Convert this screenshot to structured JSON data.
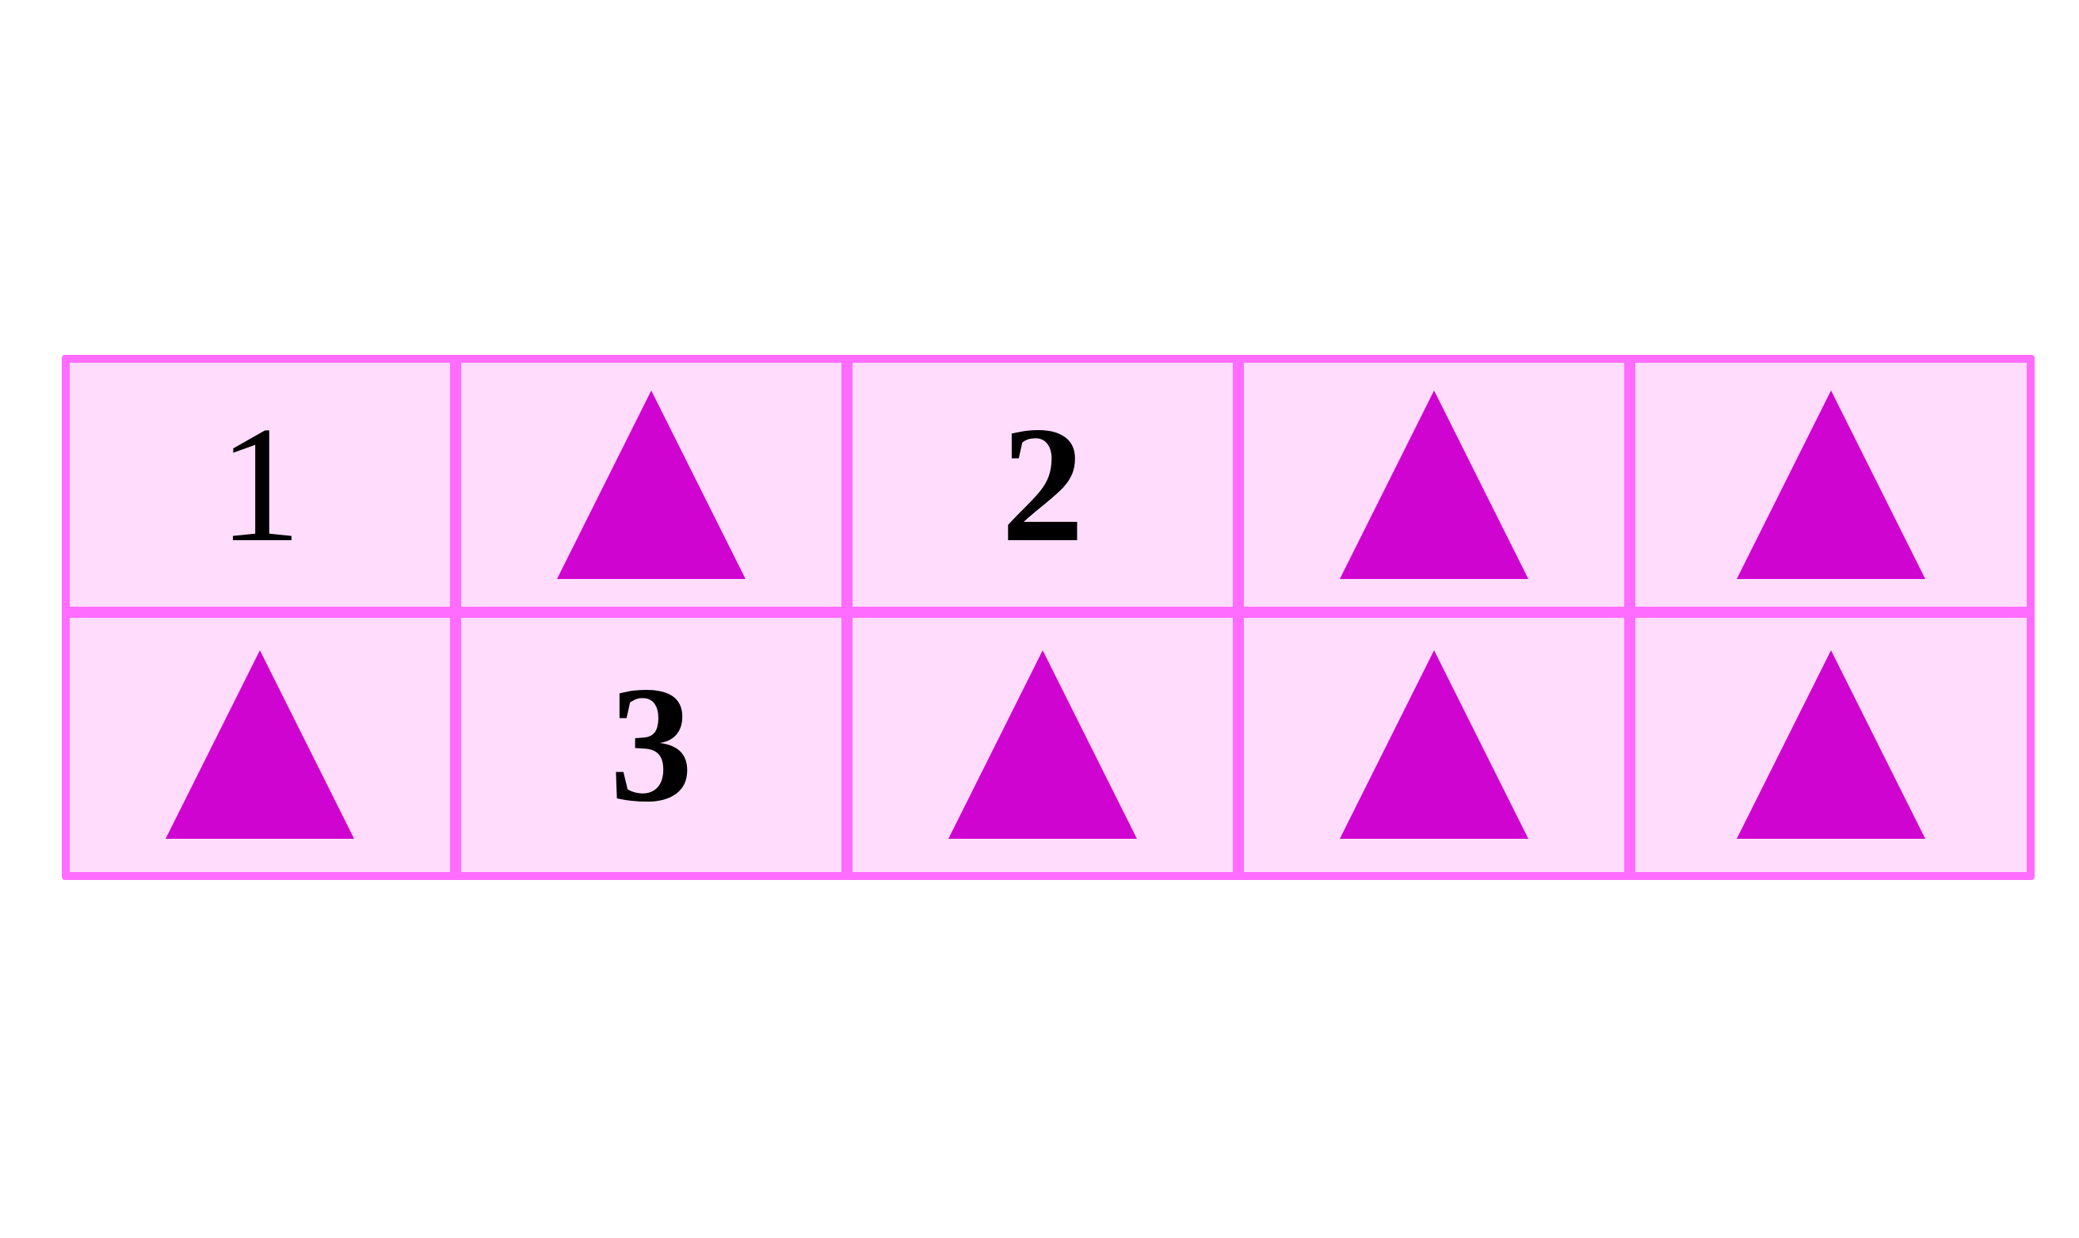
{
  "grid": {
    "cells": [
      {
        "kind": "number",
        "text": "1",
        "bold": false
      },
      {
        "kind": "triangle"
      },
      {
        "kind": "number",
        "text": "2",
        "bold": true
      },
      {
        "kind": "triangle"
      },
      {
        "kind": "triangle"
      },
      {
        "kind": "triangle"
      },
      {
        "kind": "number",
        "text": "3",
        "bold": true
      },
      {
        "kind": "triangle"
      },
      {
        "kind": "triangle"
      },
      {
        "kind": "triangle"
      }
    ]
  },
  "colors": {
    "border": "#ff6cff",
    "cell_fill": "#ffdcfc",
    "triangle": "#d004d0",
    "text": "#000000"
  },
  "icons": {
    "triangle": "triangle-icon"
  }
}
